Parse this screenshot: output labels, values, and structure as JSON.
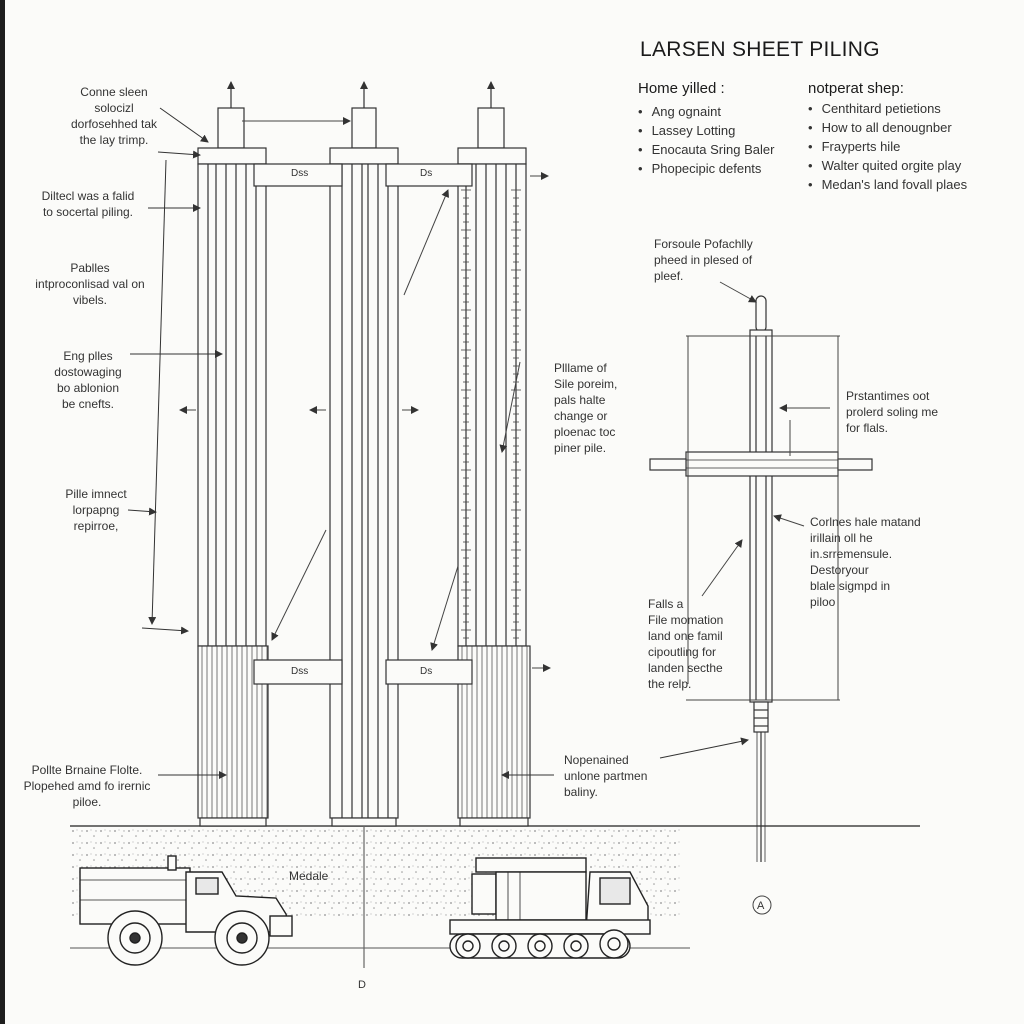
{
  "title": "LARSEN SHEET PILING",
  "columns": [
    {
      "heading": "Home yilled :",
      "items": [
        "Ang ognaint",
        "Lassey Lotting",
        "Enocauta Sring Baler",
        "Phopecipic defents"
      ]
    },
    {
      "heading": "notperat shep:",
      "items": [
        "Centhitard petietions",
        "How to all denougnber",
        "Frayperts hile",
        "Walter quited orgite play",
        "Medan's land fovall plaes"
      ]
    }
  ],
  "left_labels": {
    "l1": "Conne sleen\nsolocizl\ndorfosehhed tak\nthe lay trimp.",
    "l2": "Diltecl was a falid\nto socertal piling.",
    "l3": "Pablles\nintproconlisad val on\nvibels.",
    "l4": "Eng plles\ndostowaging\nbo ablonion\nbe cnefts.",
    "l5": "Pille imnect\nlorpapng\nrepirroe,",
    "l6": "Pollte Brnaine Flolte.\nPlopehed amd fo irernic\npiloe."
  },
  "middle_labels": {
    "m1": "Plllame of\nSile poreim,\npals halte\nchange or\nploenac toc\npiner pile.",
    "m2": "Nopenained\nunlone partmen\nbaliny."
  },
  "right_labels": {
    "r1": "Forsoule Pofachlly\npheed in plesed of\npleef.",
    "r2": "Prstantimes oot\nprolerd soling me\nfor flals.",
    "r3": "Corlnes hale matand\nirillain oll he\nin.srremensule.\nDestoryour\nblale sigmpd in\npiloo",
    "r4": "Falls a\nFile momation\nland one famil\ncipoutling for\nlanden secthe\nthe relp."
  },
  "beam_tags": [
    "Dss",
    "Ds",
    "Dss",
    "Ds"
  ],
  "ground_label": "Medale",
  "marker_a": "A",
  "marker_d": "D"
}
